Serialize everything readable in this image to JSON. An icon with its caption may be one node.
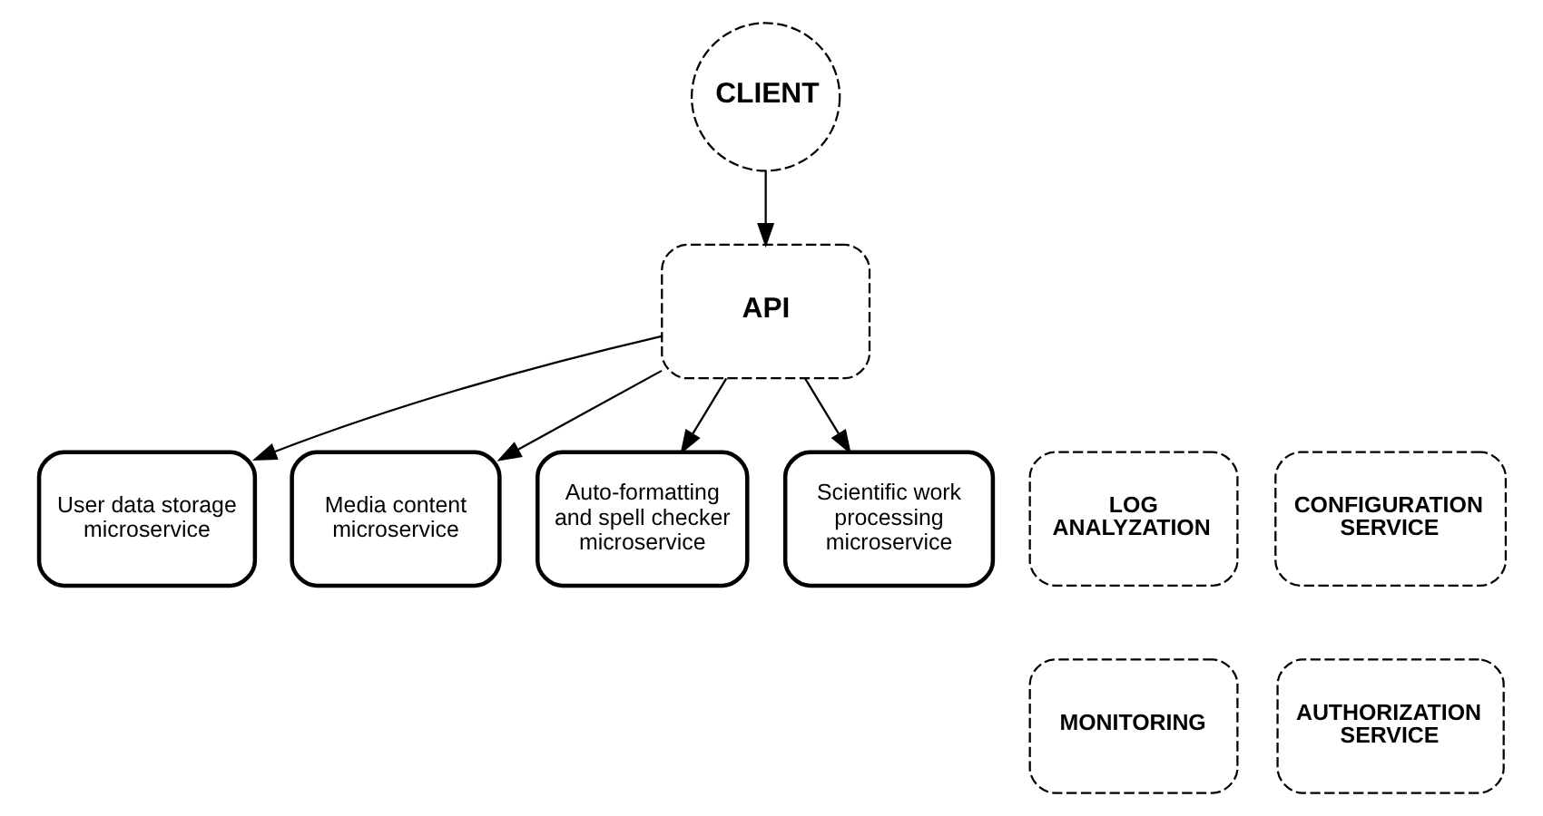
{
  "diagram": {
    "nodes": [
      {
        "text": [
          "CLIENT"
        ]
      },
      {
        "text": [
          "API"
        ]
      },
      {
        "text": [
          "User data storage microservice"
        ]
      },
      {
        "text": [
          "Media content microservice"
        ]
      },
      {
        "text": [
          "Auto-formatting and spell checker microservice"
        ]
      },
      {
        "text": [
          "Scientific work processing microservice"
        ]
      },
      {
        "text": [
          "LOG ANALYZATION"
        ]
      },
      {
        "text": [
          "MONITORING"
        ]
      },
      {
        "text": [
          "CONFIGURATION SERVICE"
        ]
      },
      {
        "text": [
          "AUTHORIZATION SERVICE"
        ]
      }
    ],
    "edges": [
      {
        "from": 0,
        "to": 1,
        "arrow": "to"
      },
      {
        "from": 1,
        "to": 2,
        "arrow": "to"
      },
      {
        "from": 1,
        "to": 3,
        "arrow": "to"
      },
      {
        "from": 1,
        "to": 4,
        "arrow": "to"
      },
      {
        "from": 1,
        "to": 5,
        "arrow": "to"
      }
    ]
  }
}
